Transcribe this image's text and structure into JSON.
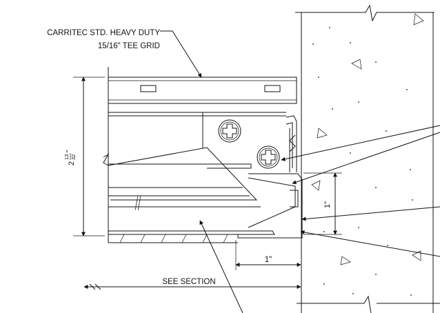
{
  "labels": {
    "grid_callout_line1": "CARRITEC STD. HEAVY DUTY",
    "grid_callout_line2": "15/16\" TEE GRID",
    "height_dim_whole": "2",
    "height_dim_num": "13",
    "height_dim_den": "32",
    "height_dim_inch": "\"",
    "side_dim": "1\"",
    "bottom_dim": "1\"",
    "see_section": "SEE SECTION"
  }
}
